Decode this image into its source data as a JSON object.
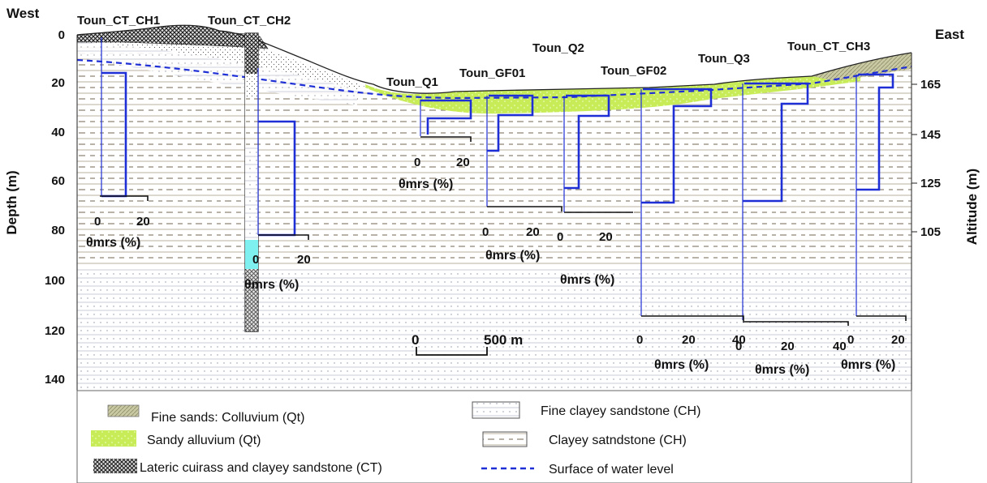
{
  "labels": {
    "west": "West",
    "east": "East",
    "depth_axis": "Depth (m)",
    "altitude_axis": "Altitude (m)",
    "scale_zero": "0",
    "scale_end": "500 m"
  },
  "depth_ticks": [
    "0",
    "20",
    "40",
    "60",
    "80",
    "100",
    "120",
    "140"
  ],
  "altitude_ticks": [
    "165",
    "145",
    "125",
    "105"
  ],
  "wells": [
    {
      "name": "Toun_CT_CH1",
      "ticks": [
        "0",
        "20"
      ],
      "unit": "θmrs (%)"
    },
    {
      "name": "Toun_CT_CH2",
      "ticks": [
        "0",
        "20"
      ],
      "unit": "θmrs (%)"
    },
    {
      "name": "Toun_Q1",
      "ticks": [
        "0",
        "20"
      ],
      "unit": "θmrs (%)"
    },
    {
      "name": "Toun_GF01",
      "ticks": [
        "0",
        "20"
      ],
      "unit": "θmrs (%)"
    },
    {
      "name": "Toun_Q2",
      "ticks": [
        "0",
        "20"
      ],
      "unit": "θmrs (%)"
    },
    {
      "name": "Toun_GF02",
      "ticks": [
        "0",
        "20",
        "40"
      ],
      "unit": "θmrs (%)"
    },
    {
      "name": "Toun_Q3",
      "ticks": [
        "0",
        "20",
        "40"
      ],
      "unit": "θmrs (%)"
    },
    {
      "name": "Toun_CT_CH3",
      "ticks": [
        "0",
        "20"
      ],
      "unit": "θmrs (%)"
    }
  ],
  "legend": [
    {
      "key": "colluvium",
      "label": "Fine sands: Colluvium (Qt)"
    },
    {
      "key": "alluvium",
      "label": "Sandy alluvium (Qt)"
    },
    {
      "key": "cuirass",
      "label": "Lateric cuirass and clayey sandstone (CT)"
    },
    {
      "key": "fine_clayey",
      "label": "Fine clayey sandstone (CH)"
    },
    {
      "key": "clayey",
      "label": "Clayey satndstone (CH)"
    },
    {
      "key": "water",
      "label": "Surface of water level"
    }
  ],
  "colors": {
    "profile_blue": "#1f2fd6",
    "water_blue": "#1f2fd6",
    "alluvium": "#c8ec58",
    "colluvium": "#b9b98c",
    "cuirass": "#3a3a3a",
    "cyan_band": "#7ff0f0"
  }
}
